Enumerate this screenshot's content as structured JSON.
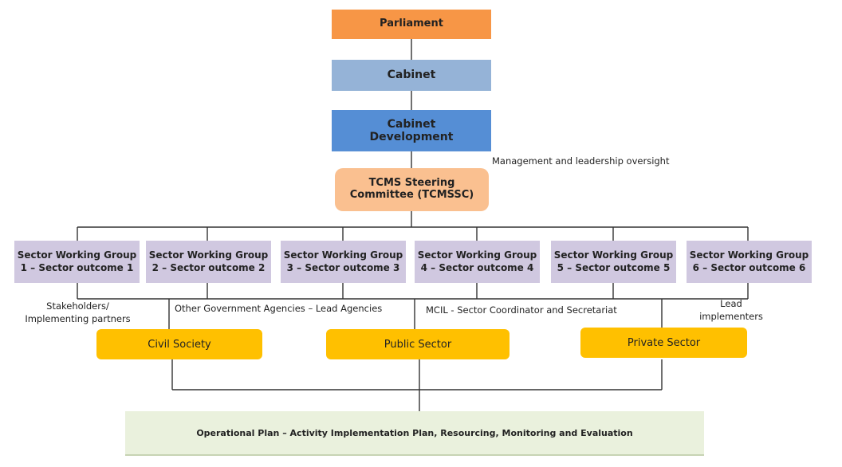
{
  "top": {
    "parliament": "Parliament",
    "cabinet": "Cabinet",
    "cabinet_development": "Cabinet\nDevelopment",
    "oversight_label": "Management and leadership oversight",
    "tcms": "TCMS Steering\nCommittee (TCMSSC)"
  },
  "working_groups": [
    {
      "label": "Sector Working Group\n1 – Sector outcome 1"
    },
    {
      "label": "Sector Working Group\n2 – Sector outcome 2"
    },
    {
      "label": "Sector Working Group\n3 – Sector outcome 3"
    },
    {
      "label": "Sector Working Group\n4 – Sector outcome 4"
    },
    {
      "label": "Sector Working Group\n5 – Sector outcome 5"
    },
    {
      "label": "Sector Working Group\n6 – Sector outcome 6"
    }
  ],
  "annotations": {
    "stakeholders": "Stakeholders/\nImplementing partners",
    "other_agencies": "Other Government Agencies – Lead Agencies",
    "mcil": "MCIL - Sector Coordinator and Secretariat",
    "lead_implementers": "Lead\nimplementers"
  },
  "sectors": {
    "civil": "Civil Society",
    "public": "Public Sector",
    "private": "Private Sector"
  },
  "operational_plan": "Operational Plan – Activity Implementation Plan, Resourcing, Monitoring and Evaluation",
  "colors": {
    "parliament": "#f79646",
    "cabinet": "#95b3d7",
    "cabinet_development": "#558ed5",
    "tcms": "#fac090",
    "working_group": "#d0c8e0",
    "sector": "#ffc000",
    "operational_plan": "#eaf1dd",
    "line": "#333333"
  }
}
